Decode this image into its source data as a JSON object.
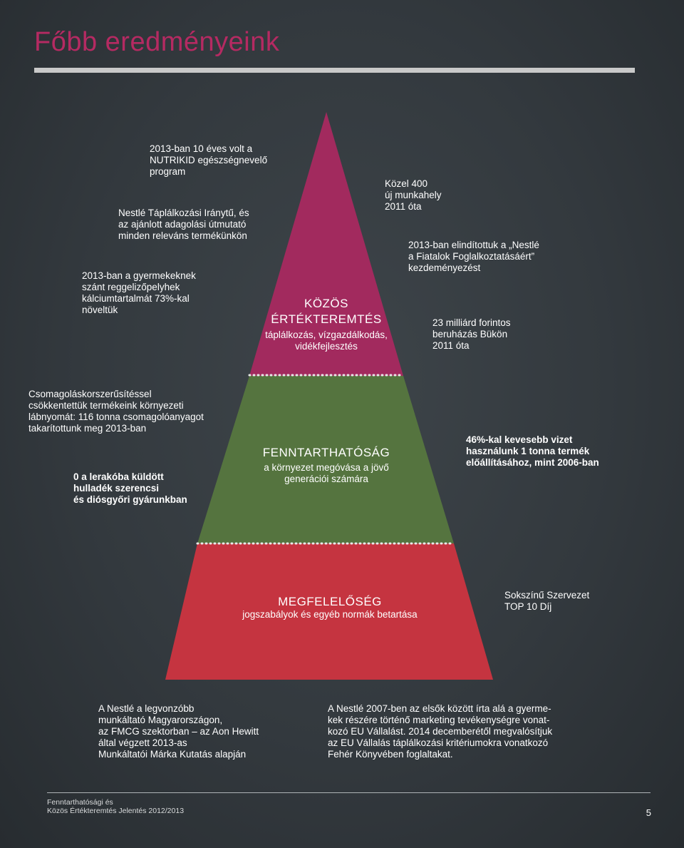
{
  "colors": {
    "title": "#b52a62",
    "title_rule": "#c9c9c9",
    "tier_top": "#a22a5e",
    "tier_middle": "#55743f",
    "tier_bottom": "#c53440",
    "separator_dots": "#e8e8e8"
  },
  "page": {
    "title": "Főbb eredményeink",
    "footer_line1": "Fenntarthatósági és",
    "footer_line2": "Közös Értékteremtés Jelentés 2012/2013",
    "page_number": "5"
  },
  "pyramid": {
    "top": {
      "heading1": "KÖZÖS",
      "heading2": "ÉRTÉKTEREMTÉS",
      "sub1": "táplálkozás, vízgazdálkodás,",
      "sub2": "vidékfejlesztés"
    },
    "middle": {
      "heading": "FENNTARTHATÓSÁG",
      "sub1": "a környezet megóvása a jövő",
      "sub2": "generációi számára"
    },
    "bottom": {
      "heading": "MEGFELELŐSÉG",
      "sub": "jogszabályok és egyéb normák betartása"
    }
  },
  "left_notes": {
    "nutrikid": [
      "2013-ban 10 éves volt a",
      "NUTRIKID egészségnevelő",
      "program"
    ],
    "compass": [
      "Nestlé Táplálkozási Iránytű, és",
      "az ajánlott adagolási útmutató",
      "minden releváns termékünkön"
    ],
    "calcium": [
      "2013-ban a gyermekeknek",
      "szánt reggelizőpelyhek",
      "kálciumtartalmát 73%-kal",
      "növeltük"
    ],
    "packaging": [
      "Csomagoláskorszerűsítéssel",
      "csökkentettük termékeink környezeti",
      "lábnyomát: 116 tonna csomagolóanyagot",
      "takarítottunk meg 2013-ban"
    ],
    "landfill": [
      "0 a lerakóba küldött",
      "hulladék szerencsi",
      "és diósgyőri gyárunkban"
    ]
  },
  "right_notes": {
    "jobs": [
      "Közel 400",
      "új munkahely",
      "2011 óta"
    ],
    "youth": [
      "2013-ban elindítottuk a „Nestlé",
      "a Fiatalok Foglalkoztatásáért”",
      "kezdeményezést"
    ],
    "investment": [
      "23 milliárd forintos",
      "beruházás Bükön",
      "2011 óta"
    ],
    "water": [
      "46%-kal kevesebb vizet",
      "használunk 1 tonna termék",
      "előállításához, mint 2006-ban"
    ],
    "diversity": [
      "Sokszínű Szervezet",
      "TOP 10 Díj"
    ]
  },
  "bottom_notes": {
    "employer": [
      "A Nestlé a legvonzóbb",
      "munkáltató Magyarországon,",
      "az FMCG szektorban – az Aon Hewitt",
      "által végzett 2013-as",
      "Munkáltatói Márka Kutatás alapján"
    ],
    "eu_pledge": [
      "A Nestlé 2007-ben az elsők között írta alá a gyerme-",
      "kek részére történő marketing tevékenységre vonat-",
      "kozó EU Vállalást. 2014 decemberétől megvalósítjuk",
      "az EU Vállalás táplálkozási kritériumokra vonatkozó",
      "Fehér Könyvében foglaltakat."
    ]
  }
}
